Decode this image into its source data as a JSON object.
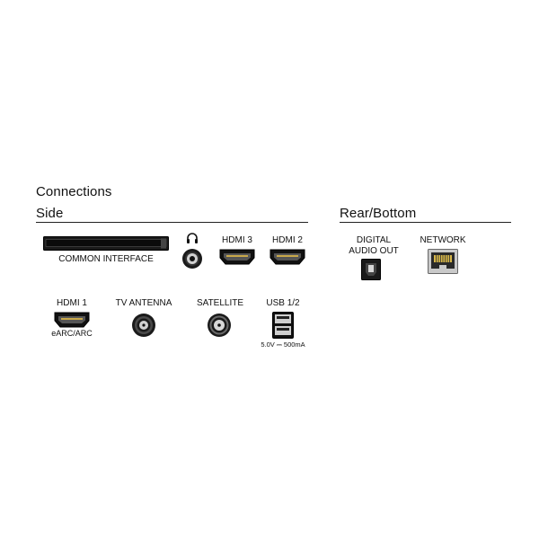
{
  "title": "Connections",
  "sections": {
    "side": {
      "heading": "Side"
    },
    "rear": {
      "heading": "Rear/Bottom"
    }
  },
  "ports": {
    "common_interface": {
      "label": "COMMON INTERFACE",
      "icon": "ci-slot-icon"
    },
    "headphone": {
      "icon": "headphone-icon"
    },
    "hdmi3": {
      "label": "HDMI 3",
      "icon": "hdmi-port-icon"
    },
    "hdmi2": {
      "label": "HDMI 2",
      "icon": "hdmi-port-icon"
    },
    "hdmi1": {
      "label": "HDMI 1",
      "sublabel": "eARC/ARC",
      "icon": "hdmi-port-icon"
    },
    "tv_antenna": {
      "label": "TV ANTENNA",
      "icon": "coax-connector-icon"
    },
    "satellite": {
      "label": "SATELLITE",
      "icon": "satellite-connector-icon"
    },
    "usb": {
      "label": "USB 1/2",
      "rating": "5.0V ⎓ 500mA",
      "icon": "usb-port-icon"
    },
    "digital_audio_out": {
      "label_line1": "DIGITAL",
      "label_line2": "AUDIO OUT",
      "icon": "optical-port-icon"
    },
    "network": {
      "label": "NETWORK",
      "icon": "ethernet-port-icon"
    }
  },
  "colors": {
    "port_fill": "#111111",
    "port_outline": "#333333",
    "connector_face": "#d9d9d9",
    "text": "#111111"
  }
}
